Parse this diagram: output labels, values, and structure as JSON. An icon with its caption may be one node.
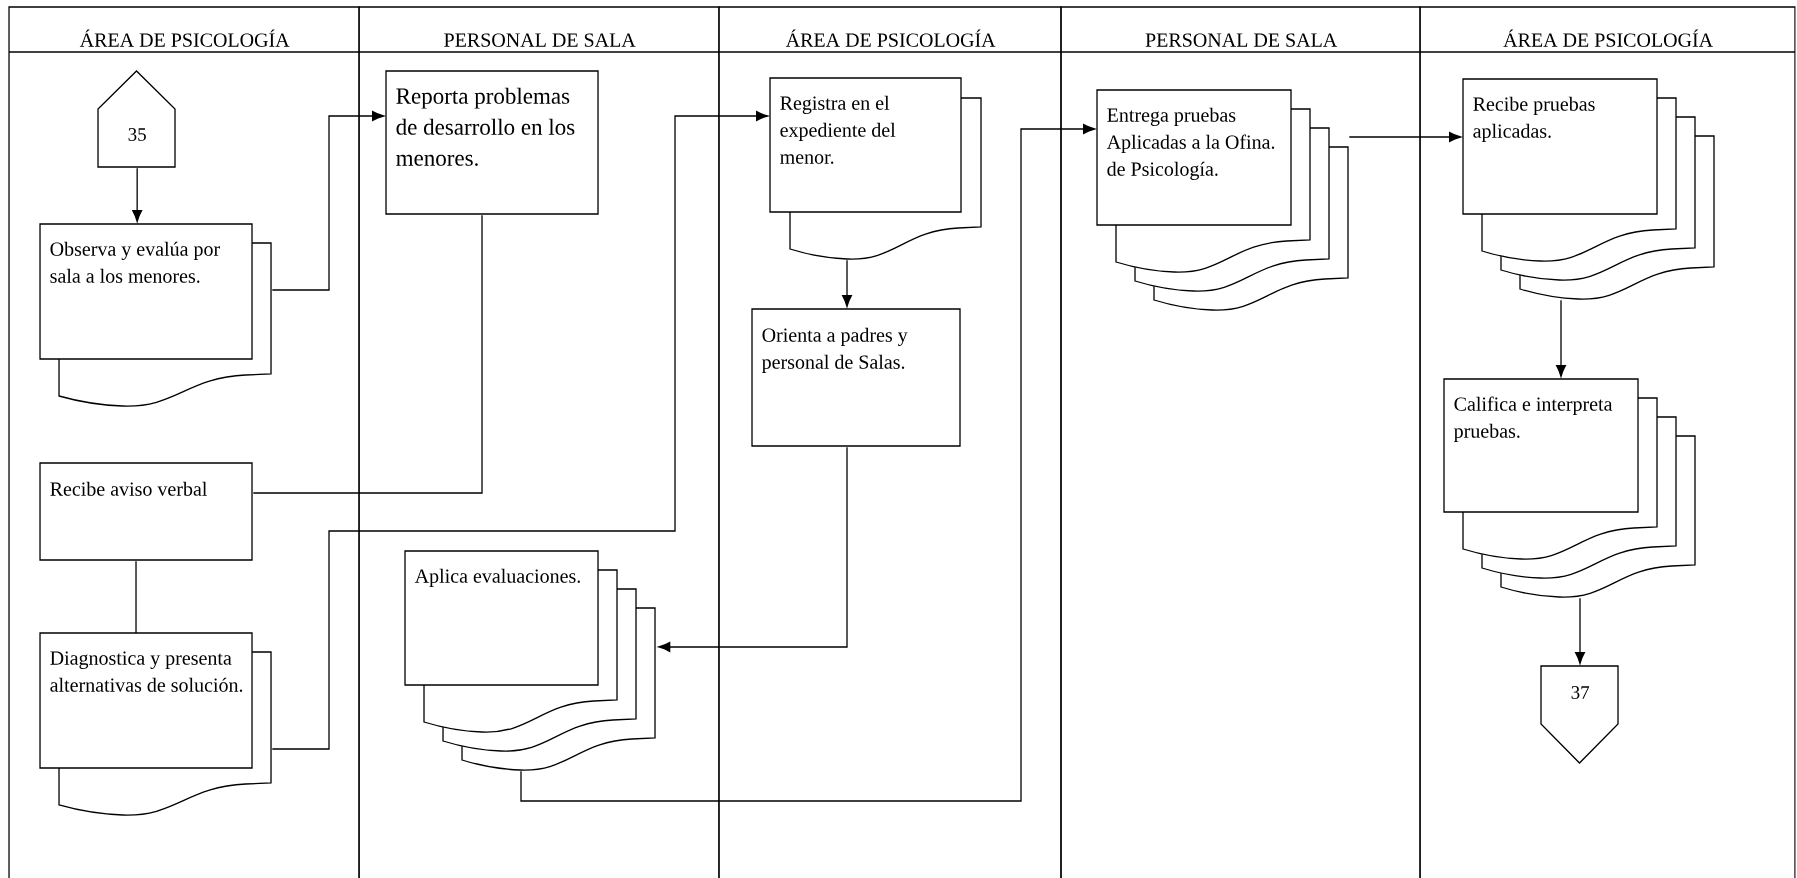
{
  "diagram": {
    "nodes": [
      {
        "text": [
          "ÁREA DE PSICOLOGÍA"
        ]
      },
      {
        "text": [
          "PERSONAL DE SALA"
        ]
      },
      {
        "text": [
          "ÁREA DE PSICOLOGÍA"
        ]
      },
      {
        "text": [
          "PERSONAL DE SALA"
        ]
      },
      {
        "text": [
          "ÁREA DE PSICOLOGÍA"
        ]
      },
      {
        "text": [
          "35"
        ],
        "in": 0
      },
      {
        "text": [
          "Observa y evalúa por sala a los menores."
        ],
        "in": 0
      },
      {
        "text": [
          "Reporta problemas de desarrollo en los menores."
        ],
        "in": 1
      },
      {
        "text": [
          "Registra en el expediente del menor."
        ],
        "in": 2
      },
      {
        "text": [
          "Orienta a padres y personal de Salas."
        ],
        "in": 2
      },
      {
        "text": [
          "Recibe aviso verbal"
        ],
        "in": 0
      },
      {
        "text": [
          "Diagnostica y presenta alternativas de solución."
        ],
        "in": 0
      },
      {
        "text": [
          "Aplica evaluaciones."
        ],
        "in": 1
      },
      {
        "text": [
          "Entrega pruebas Aplicadas a la Ofina. de Psicología."
        ],
        "in": 3
      },
      {
        "text": [
          "Recibe pruebas aplicadas."
        ],
        "in": 4
      },
      {
        "text": [
          "Califica e interpreta pruebas."
        ],
        "in": 4
      },
      {
        "text": [
          "37"
        ],
        "in": 4
      }
    ],
    "edges": [
      {
        "from": 5,
        "to": 6,
        "arrow": "to"
      },
      {
        "from": 6,
        "to": 7,
        "arrow": "to"
      },
      {
        "from": 7,
        "to": 10,
        "arrow": "none"
      },
      {
        "from": 10,
        "to": 11,
        "arrow": "none"
      },
      {
        "from": 11,
        "to": 8,
        "arrow": "to"
      },
      {
        "from": 8,
        "to": 9,
        "arrow": "to"
      },
      {
        "from": 9,
        "to": 12,
        "arrow": "to"
      },
      {
        "from": 12,
        "to": 13,
        "arrow": "to"
      },
      {
        "from": 13,
        "to": 14,
        "arrow": "to"
      },
      {
        "from": 14,
        "to": 15,
        "arrow": "to"
      },
      {
        "from": 15,
        "to": 16,
        "arrow": "to"
      }
    ]
  }
}
